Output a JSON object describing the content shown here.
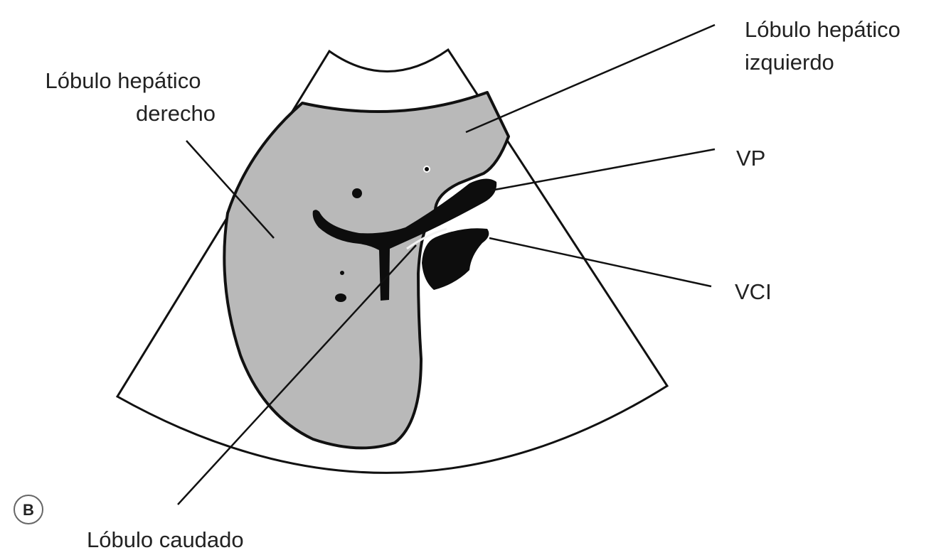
{
  "labels": {
    "left_lobe_line1": "Lóbulo hepático",
    "left_lobe_line2": "izquierdo",
    "right_lobe_line1": "Lóbulo hepático",
    "right_lobe_line2": "derecho",
    "portal_vein": "VP",
    "ivc": "VCI",
    "caudate_lobe": "Lóbulo caudado",
    "panel": "B"
  },
  "colors": {
    "liver": "#b9b9b9",
    "vessel": "#0d0d0d",
    "outline": "#111111",
    "background": "#ffffff"
  }
}
